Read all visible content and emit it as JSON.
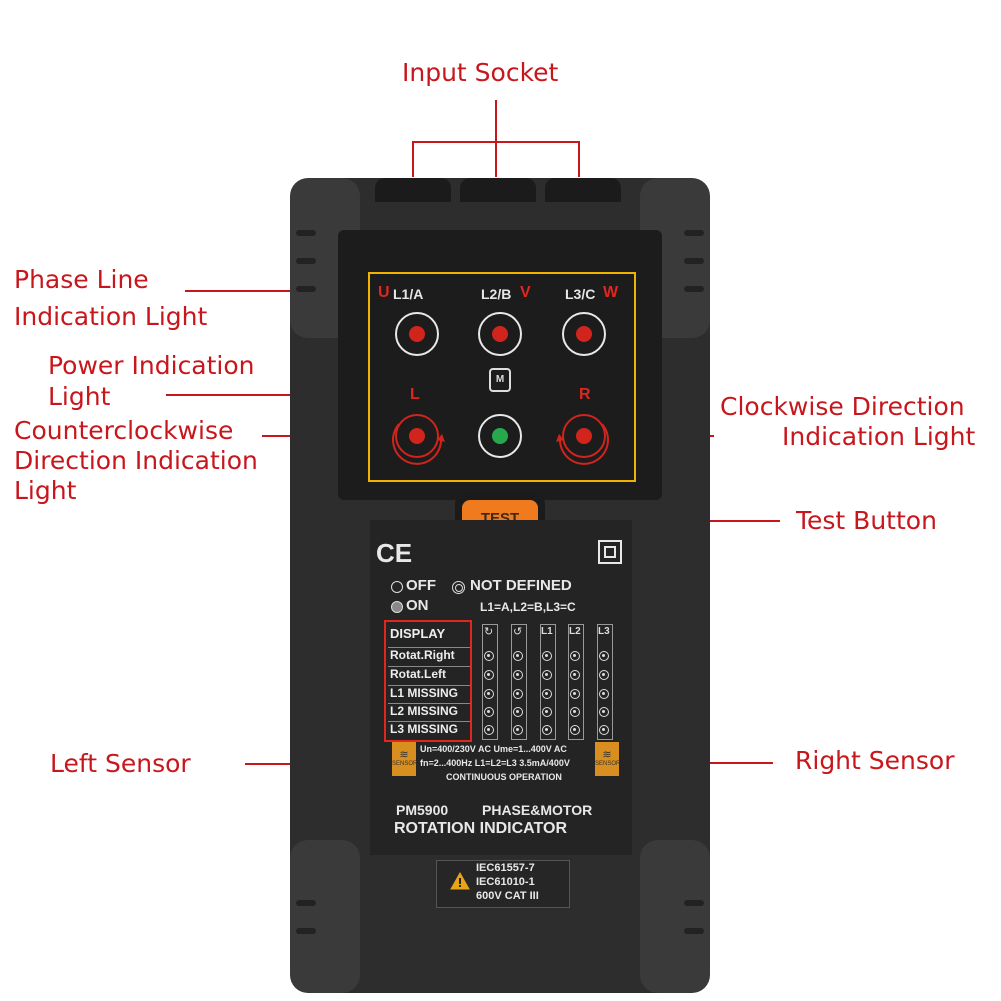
{
  "callouts": {
    "input_socket": "Input Socket",
    "phase_line_1": "Phase Line",
    "phase_line_2": "Indication Light",
    "power_1": "Power Indication",
    "power_2": "Light",
    "ccw_1": "Counterclockwise",
    "ccw_2": "Direction Indication",
    "ccw_3": "Light",
    "cw_1": "Clockwise Direction",
    "cw_2": "Indication Light",
    "test_button": "Test Button",
    "left_sensor": "Left Sensor",
    "right_sensor": "Right Sensor"
  },
  "device": {
    "phase_labels": {
      "l1": "L1/A",
      "u": "U",
      "l2": "L2/B",
      "v": "V",
      "l3": "L3/C",
      "w": "W"
    },
    "left_label": "L",
    "right_label": "R",
    "motor_symbol": "M",
    "test_label": "TEST",
    "ce_mark": "CE",
    "legend_off": "OFF",
    "legend_not_defined": "NOT DEFINED",
    "legend_on": "ON",
    "mapping": "L1=A,L2=B,L3=C",
    "table_rows": [
      "DISPLAY",
      "Rotat.Right",
      "Rotat.Left",
      "L1 MISSING",
      "L2 MISSING",
      "L3 MISSING"
    ],
    "table_cols": [
      "L1",
      "L2",
      "L3"
    ],
    "spec_1": "Un=400/230V AC   Ume=1...400V AC",
    "spec_2": "fn=2...400Hz  L1=L2=L3 3.5mA/400V",
    "spec_3": "CONTINUOUS OPERATION",
    "sensor_label": "SENSOR",
    "model": "PM5900",
    "title_1": "PHASE&MOTOR",
    "title_2": "ROTATION  INDICATOR",
    "std_1": "IEC61557-7",
    "std_2": "IEC61010-1",
    "std_3": "600V CAT III"
  },
  "colors": {
    "callout": "#c8161d",
    "frame": "#f0b400",
    "test_button": "#f07a1e",
    "power_led": "#27a84a",
    "phase_led": "#d0241c"
  }
}
